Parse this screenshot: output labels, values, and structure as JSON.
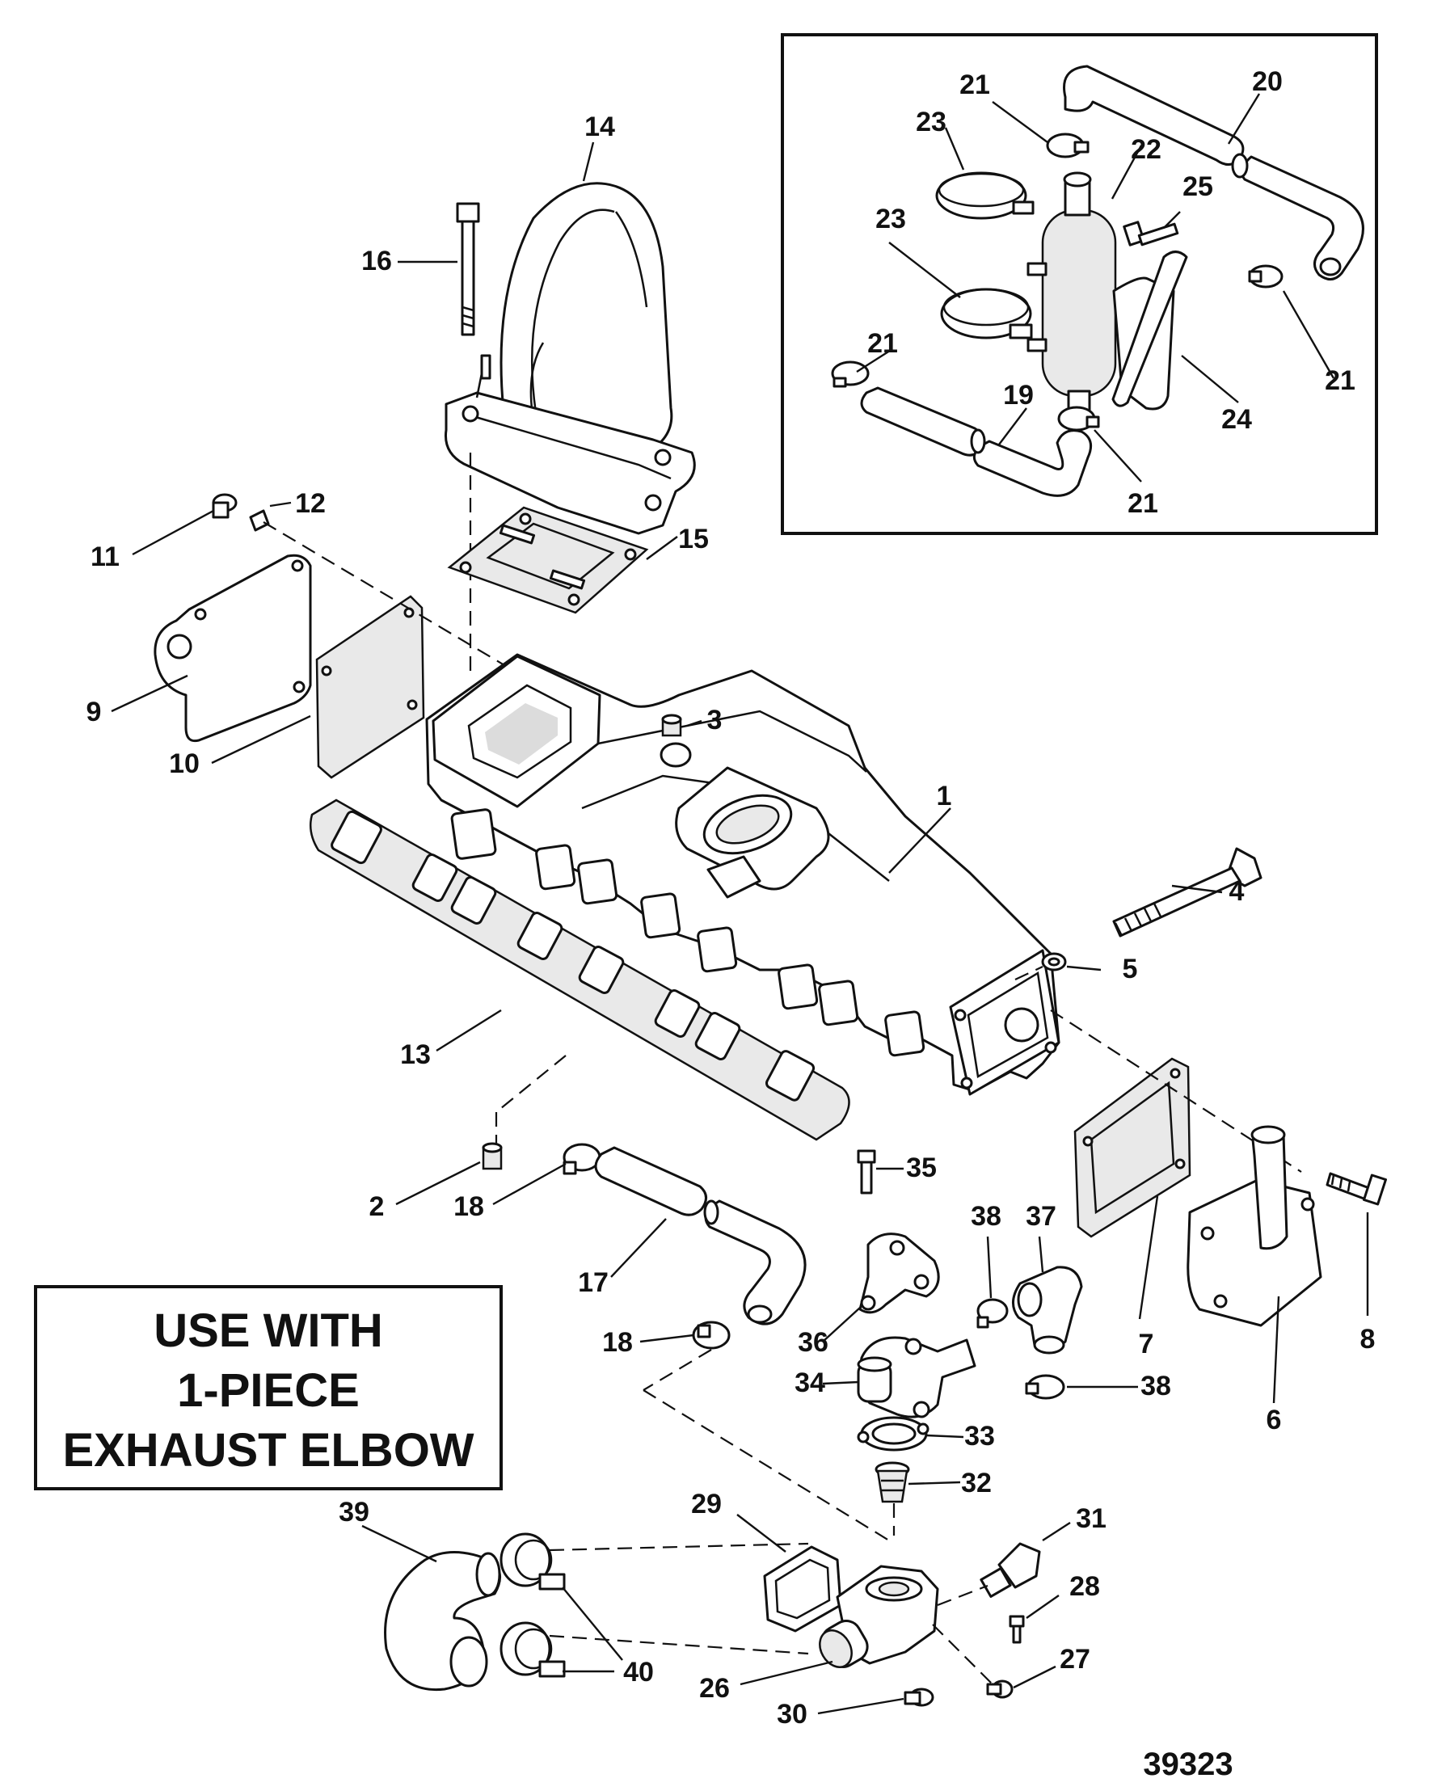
{
  "note": {
    "line1": "USE WITH",
    "line2": "1-PIECE",
    "line3": "EXHAUST ELBOW"
  },
  "figure_number": "39323",
  "callouts": {
    "c1": "1",
    "c2": "2",
    "c3": "3",
    "c4": "4",
    "c5": "5",
    "c6": "6",
    "c7": "7",
    "c8": "8",
    "c9": "9",
    "c10": "10",
    "c11": "11",
    "c12": "12",
    "c13": "13",
    "c14": "14",
    "c15": "15",
    "c16": "16",
    "c17": "17",
    "c18a": "18",
    "c18b": "18",
    "c19": "19",
    "c20": "20",
    "c21a": "21",
    "c21b": "21",
    "c21c": "21",
    "c21d": "21",
    "c22": "22",
    "c23a": "23",
    "c23b": "23",
    "c24": "24",
    "c25": "25",
    "c26": "26",
    "c27": "27",
    "c28": "28",
    "c29": "29",
    "c30": "30",
    "c31": "31",
    "c32": "32",
    "c33": "33",
    "c34": "34",
    "c35": "35",
    "c36": "36",
    "c37": "37",
    "c38a": "38",
    "c38b": "38",
    "c39": "39",
    "c40": "40"
  }
}
